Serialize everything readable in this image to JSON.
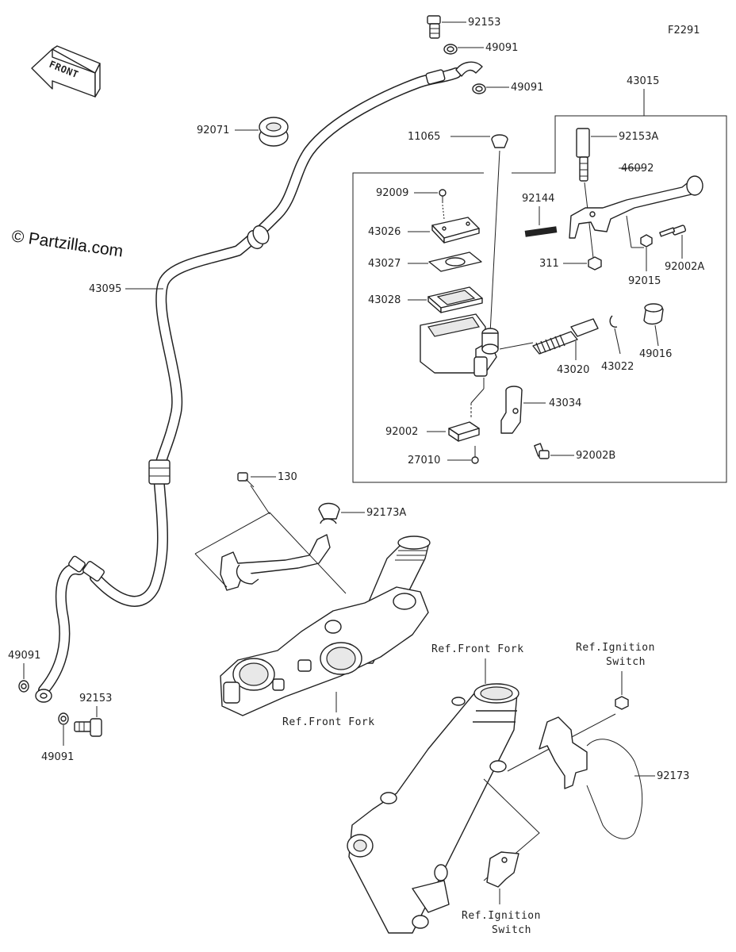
{
  "figure_code": "F2291",
  "watermark": "© Partzilla.com",
  "front_arrow": "FRONT",
  "labels": {
    "p92153_top": "92153",
    "p49091_a": "49091",
    "p49091_b": "49091",
    "p43015": "43015",
    "p92071": "92071",
    "p11065": "11065",
    "p92153A": "92153A",
    "p46092": "46092",
    "p92009": "92009",
    "p92144": "92144",
    "p43026": "43026",
    "p43027": "43027",
    "p311": "311",
    "p92015": "92015",
    "p92002A": "92002A",
    "p43095": "43095",
    "p43028": "43028",
    "p43020": "43020",
    "p43022": "43022",
    "p49016": "49016",
    "p43034": "43034",
    "p92002": "92002",
    "p27010": "27010",
    "p92002B": "92002B",
    "p130": "130",
    "p92173A": "92173A",
    "p49091_c": "49091",
    "p92153_bottom": "92153",
    "p49091_d": "49091",
    "ref_front_fork_1": "Ref.Front Fork",
    "ref_front_fork_2": "Ref.Front Fork",
    "ref_ignition_1_l1": "Ref.Ignition",
    "ref_ignition_1_l2": "Switch",
    "p92173": "92173",
    "ref_ignition_2_l1": "Ref.Ignition",
    "ref_ignition_2_l2": "Switch"
  }
}
